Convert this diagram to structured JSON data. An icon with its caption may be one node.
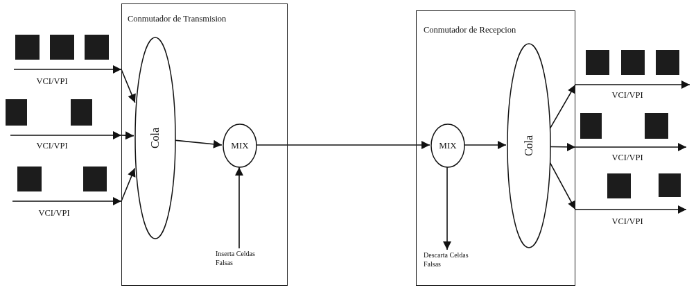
{
  "diagram": {
    "nodes": [
      {
        "text": [
          "Conmutador de Transmision"
        ]
      },
      {
        "text": [
          "Cola"
        ],
        "in": 0
      },
      {
        "text": [
          "MIX"
        ],
        "in": 0
      },
      {
        "text": [
          "Inserta Celdas Falsas"
        ],
        "in": 0
      },
      {
        "text": [
          "Conmutador de Recepcion"
        ]
      },
      {
        "text": [
          "MIX"
        ],
        "in": 4
      },
      {
        "text": [
          "Cola"
        ],
        "in": 4
      },
      {
        "text": [
          "Descarta Celdas Falsas"
        ],
        "in": 4
      }
    ],
    "edges": [
      {
        "from": null,
        "to": 1,
        "arrow": "to",
        "label": "VCI/VPI"
      },
      {
        "from": null,
        "to": 1,
        "arrow": "to",
        "label": "VCI/VPI"
      },
      {
        "from": null,
        "to": 1,
        "arrow": "to",
        "label": "VCI/VPI"
      },
      {
        "from": 1,
        "to": 2,
        "arrow": "to"
      },
      {
        "from": 2,
        "to": 5,
        "arrow": "to"
      },
      {
        "from": 3,
        "to": 2,
        "arrow": "to"
      },
      {
        "from": 5,
        "to": 7,
        "arrow": "to"
      },
      {
        "from": 5,
        "to": 6,
        "arrow": "to"
      },
      {
        "from": 6,
        "to": null,
        "arrow": "to",
        "label": "VCI/VPI"
      },
      {
        "from": 6,
        "to": null,
        "arrow": "to",
        "label": "VCI/VPI"
      },
      {
        "from": 6,
        "to": null,
        "arrow": "to",
        "label": "VCI/VPI"
      }
    ]
  }
}
